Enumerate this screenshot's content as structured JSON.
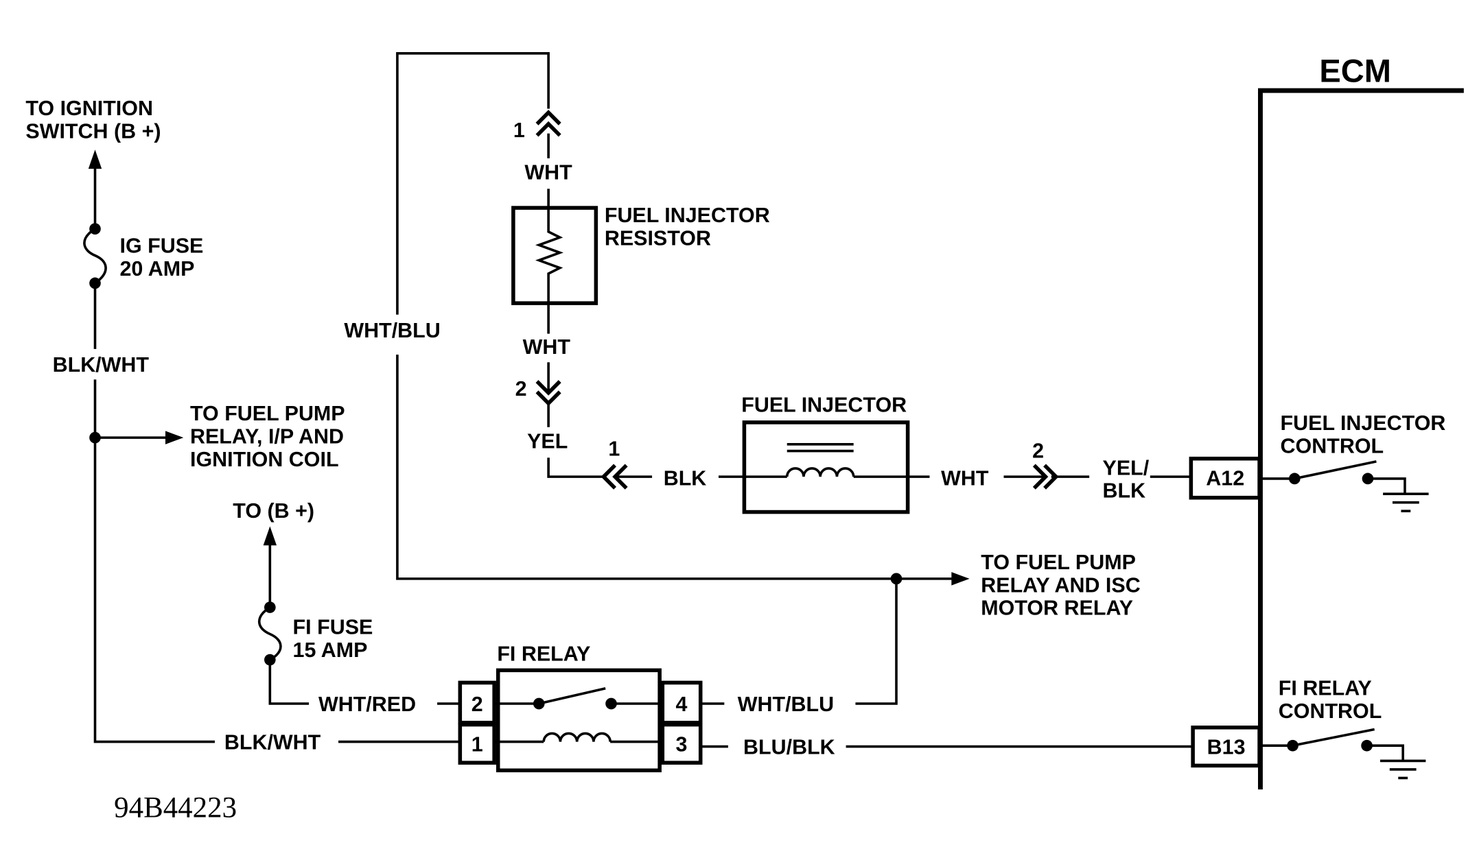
{
  "colors": {
    "ink": "#000000",
    "paper": "#ffffff"
  },
  "ignition_feed": {
    "destination": [
      "TO IGNITION",
      "SWITCH (B +)"
    ],
    "fuse": [
      "IG FUSE",
      "20 AMP"
    ],
    "wire": "BLK/WHT"
  },
  "ignition_branch": {
    "destination": [
      "TO FUEL PUMP",
      "RELAY, I/P AND",
      "IGNITION COIL"
    ]
  },
  "fi_fuse_feed": {
    "destination": "TO (B +)",
    "fuse": [
      "FI FUSE",
      "15 AMP"
    ],
    "wire": "WHT/RED"
  },
  "fi_relay": {
    "title": "FI RELAY",
    "pins": {
      "switch_in": "2",
      "coil_in": "1",
      "switch_out": "4",
      "coil_out": "3"
    },
    "coil_in_wire": "BLK/WHT",
    "switch_out_wire": "WHT/BLU",
    "coil_out_wire": "BLU/BLK"
  },
  "wht_blu_circuit": {
    "wire": "WHT/BLU",
    "destination": [
      "TO FUEL PUMP",
      "RELAY AND ISC",
      "MOTOR RELAY"
    ]
  },
  "injector_resistor": {
    "name": [
      "FUEL INJECTOR",
      "RESISTOR"
    ],
    "upper_connector_pin": "1",
    "upper_wire": "WHT",
    "lower_wire": "WHT",
    "lower_connector_pin": "2",
    "output_wire": "YEL"
  },
  "fuel_injector": {
    "name": "FUEL INJECTOR",
    "input_connector_pin": "1",
    "input_wire": "BLK",
    "output_wire": "WHT",
    "output_connector_pin": "2",
    "ecm_wire": [
      "YEL/",
      "BLK"
    ]
  },
  "ecm": {
    "title": "ECM",
    "terminals": {
      "injector": "A12",
      "relay": "B13"
    },
    "injector_control": [
      "FUEL INJECTOR",
      "CONTROL"
    ],
    "relay_control": [
      "FI RELAY",
      "CONTROL"
    ]
  },
  "figure_code": "94B44223"
}
